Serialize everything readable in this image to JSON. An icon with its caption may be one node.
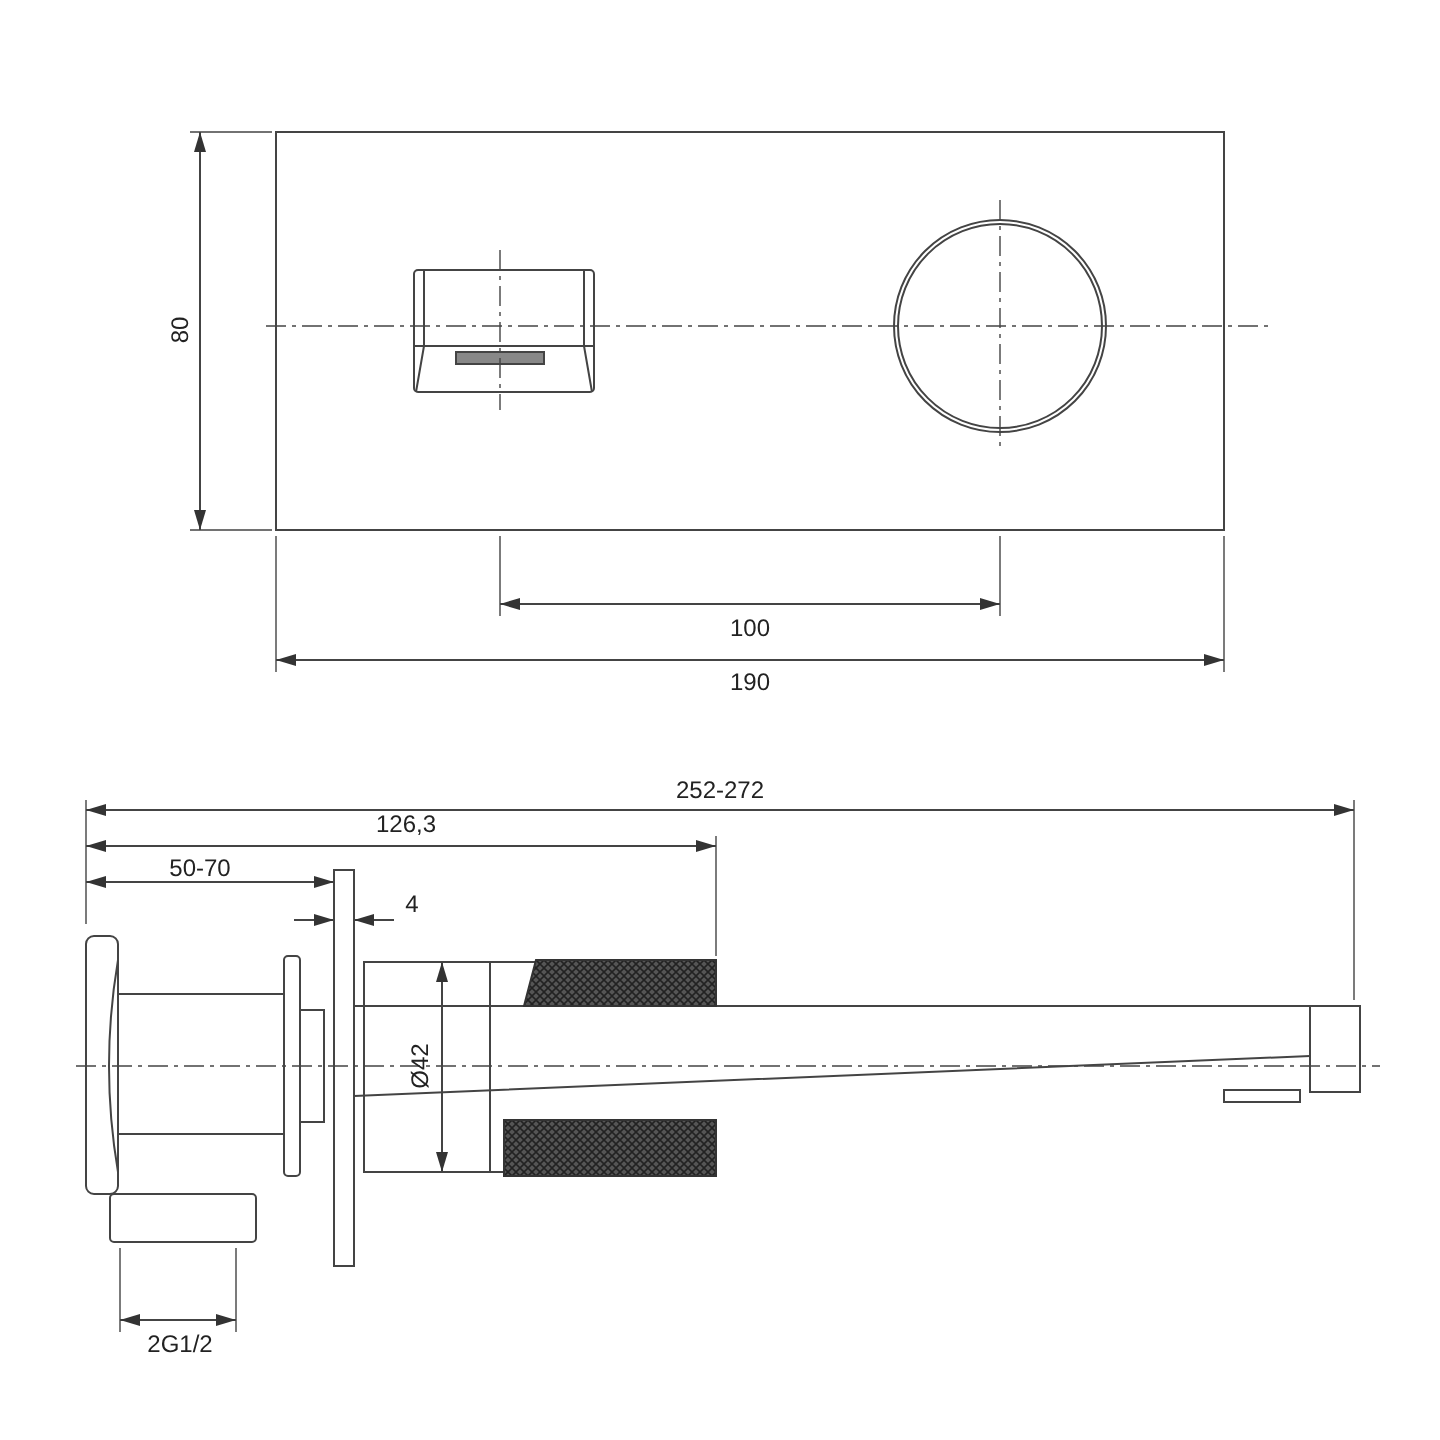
{
  "diagram": {
    "labels": [
      "80",
      "100",
      "190",
      "252-272",
      "126,3",
      "50-70",
      "4",
      "Ø42",
      "2G1/2"
    ]
  }
}
